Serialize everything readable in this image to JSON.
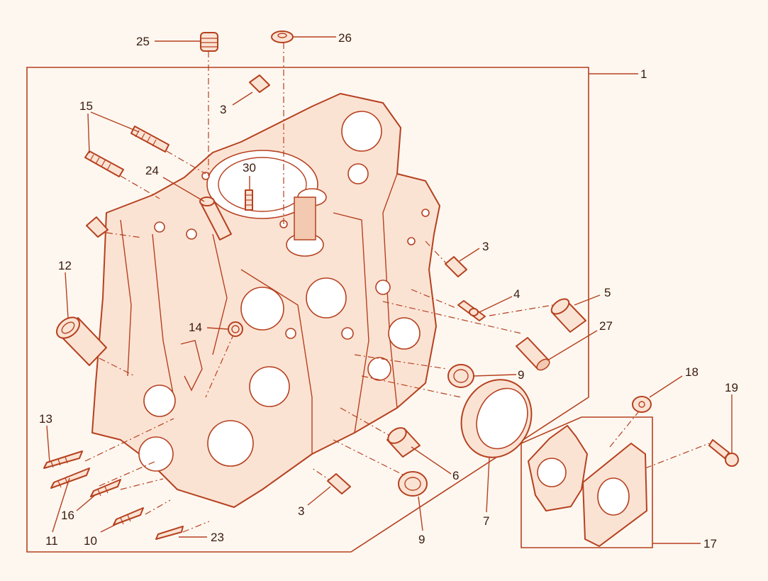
{
  "diagram": {
    "colors": {
      "line": "#b6411f",
      "fill": "#fbe3d4",
      "text": "#3a1a0c",
      "background": "#fdf7f0"
    },
    "callouts": [
      "25",
      "26",
      "1",
      "3",
      "15",
      "24",
      "30",
      "3",
      "12",
      "3",
      "4",
      "5",
      "14",
      "27",
      "9",
      "18",
      "19",
      "13",
      "6",
      "7",
      "11",
      "16",
      "10",
      "23",
      "3",
      "9",
      "17"
    ]
  }
}
